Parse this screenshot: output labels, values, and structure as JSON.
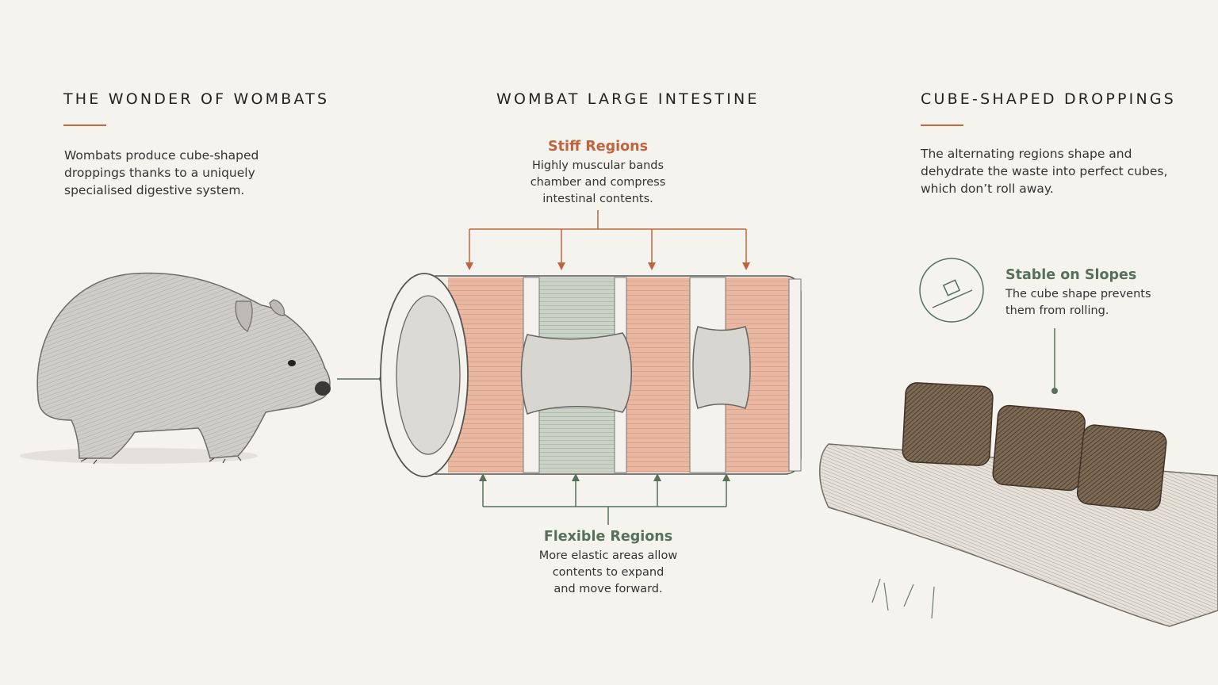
{
  "left": {
    "heading": "THE WONDER OF WOMBATS",
    "body_lines": [
      "Wombats produce cube-shaped",
      "droppings thanks to a uniquely",
      "specialised digestive system."
    ]
  },
  "center": {
    "heading": "WOMBAT LARGE INTESTINE",
    "stiff": {
      "title": "Stiff Regions",
      "lines": [
        "Highly muscular bands",
        "chamber and compress",
        "intestinal contents."
      ]
    },
    "flexible": {
      "title": "Flexible Regions",
      "lines": [
        "More elastic areas allow",
        "contents to expand",
        "and move forward."
      ]
    }
  },
  "right": {
    "heading": "CUBE-SHAPED DROPPINGS",
    "body_lines": [
      "The alternating regions shape and",
      "dehydrate the waste into perfect cubes,",
      "which don’t roll away."
    ],
    "callout": {
      "title": "Stable on Slopes",
      "lines": [
        "The cube shape prevents",
        "them from rolling."
      ],
      "icon": "slope-cube-icon"
    }
  },
  "colors": {
    "accent_rust": "#c0643e",
    "accent_green": "#56705a",
    "background": "#f5f3ee"
  }
}
